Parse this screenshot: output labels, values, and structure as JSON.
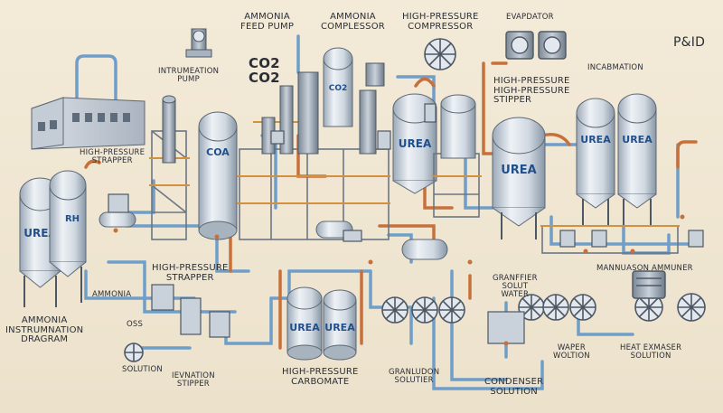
{
  "title": "P&ID",
  "labels": {
    "ammonia_feed_pump": "AMMONIA\nFEED PUMP",
    "ammonia_compressor": "AMMONIA\nCOMPLESSOR",
    "hp_compressor": "HIGH-PRESSURE\nCOMPRESSOR",
    "evaporator": "EVAPDATOR",
    "instrumentation_pump": "INTRUMEATION\nPUMP",
    "co2_a": "CO2",
    "co2_b": "CO2",
    "incabmation": "INCABMATION",
    "hp_stripper_right": "HIGH-PRESSURE\nHIGH-PRESSURE\nSTIPPER",
    "hp_stripper_left": "HIGH-PRESSURE\nSTRAPPER",
    "hp_stripper_mid": "HIGH-PRESSURE\nSTRAPPER",
    "ammonia_small": "AMMONIA",
    "ammonia_diagram": "AMMONIA\nINSTRUMNATION\nDRAGRAM",
    "solution_left": "SOLUTION",
    "stripper_bottom": "IEVNATION\nSTIPPER",
    "hp_carbomate": "HIGH-PRESSURE\nCARBOMATE",
    "granlution": "GRANLUDON\nSOLUTIER",
    "granfier": "GRANFFIER\nSOLUT\nWATER",
    "condenser": "CONDENSER\nSOLUTION",
    "water_solution": "WAPER\nWOLTION",
    "heat_exchanger": "HEAT EXMASER\nSOLUTION",
    "manufacture": "MANNUASON AMMUNER",
    "oss": "OSS"
  },
  "tanks": {
    "urea_left": "UREA",
    "rh_left": "RH",
    "co2_tank": "COA",
    "co2_column": "CO2",
    "urea_center": "UREA",
    "urea_big": "UREA",
    "urea_right_1": "UREA",
    "urea_right_2": "UREA",
    "urea_bottom_1": "UREA",
    "urea_bottom_2": "UREA"
  },
  "colors": {
    "background": "#efe6d2",
    "tank_body": "#dfe5ec",
    "tank_shade": "#9ca9b8",
    "pipe_blue": "#6f9ec9",
    "pipe_orange": "#c8703a",
    "structure": "#6b7684",
    "tank_text": "#1f4f8c"
  }
}
